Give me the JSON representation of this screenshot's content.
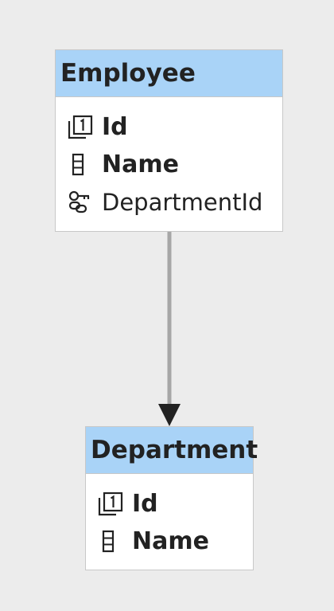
{
  "entities": {
    "employee": {
      "name": "Employee",
      "properties": [
        {
          "label": "Id",
          "icon": "primary-key-icon"
        },
        {
          "label": "Name",
          "icon": "required-property-icon"
        },
        {
          "label": "DepartmentId",
          "icon": "foreign-key-icon"
        }
      ]
    },
    "department": {
      "name": "Department",
      "properties": [
        {
          "label": "Id",
          "icon": "primary-key-icon"
        },
        {
          "label": "Name",
          "icon": "required-property-icon"
        }
      ]
    }
  },
  "relationship": {
    "from": "Employee",
    "to": "Department",
    "line_color": "#a6a6a6",
    "arrow_color": "#222222"
  },
  "colors": {
    "background": "#ececec",
    "header": "#a9d3f7",
    "border": "#c8c8c8",
    "text": "#222222"
  }
}
